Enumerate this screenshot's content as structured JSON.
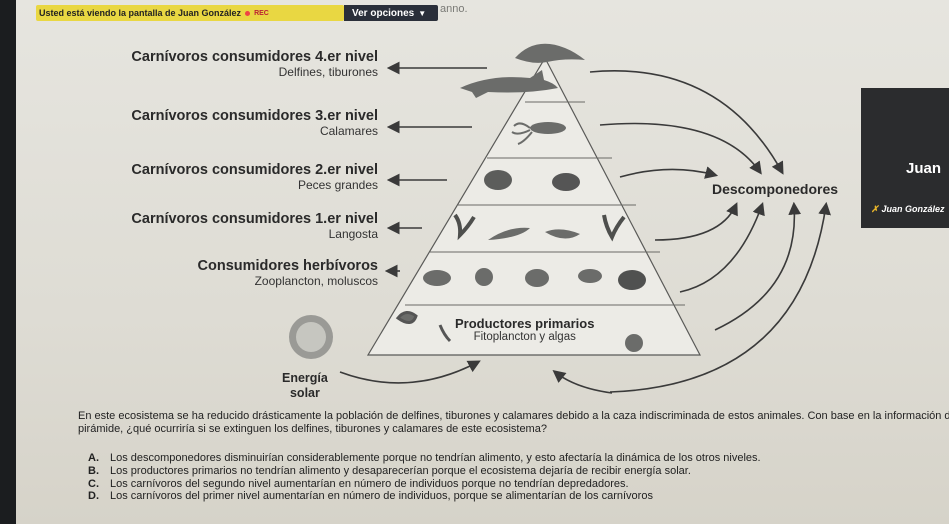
{
  "share_banner": {
    "text": "Usted está viendo la pantalla de Juan González",
    "rec": "REC",
    "options_button": "Ver opciones"
  },
  "stray_text": "anno.",
  "participant": {
    "name_big": "Juan",
    "name_small": "Juan González"
  },
  "pyramid": {
    "levels": [
      {
        "title": "Carnívoros consumidores 4.er nivel",
        "subtitle": "Delfines, tiburones"
      },
      {
        "title": "Carnívoros consumidores 3.er nivel",
        "subtitle": "Calamares"
      },
      {
        "title": "Carnívoros consumidores 2.er nivel",
        "subtitle": "Peces grandes"
      },
      {
        "title": "Carnívoros consumidores 1.er nivel",
        "subtitle": "Langosta"
      },
      {
        "title": "Consumidores herbívoros",
        "subtitle": "Zooplancton, moluscos"
      }
    ],
    "producers": {
      "title": "Productores primarios",
      "subtitle": "Fitoplancton y algas"
    },
    "energy": [
      "Energía",
      "solar"
    ],
    "decomposers": "Descomponedores"
  },
  "question": "En este ecosistema se ha reducido drásticamente la población de delfines, tiburones y calamares debido a la caza indiscriminada de estos animales. Con base en la información de la pirámide, ¿qué ocurriría si se extinguen los delfines, tiburones y calamares de este ecosistema?",
  "answers": [
    {
      "letter": "A.",
      "text": "Los descomponedores disminuirían considerablemente porque no tendrían alimento, y esto afectaría la dinámica de los otros niveles."
    },
    {
      "letter": "B.",
      "text": "Los productores primarios no tendrían alimento y desaparecerían porque el ecosistema dejaría de recibir energía solar."
    },
    {
      "letter": "C.",
      "text": "Los carnívoros del segundo nivel aumentarían en número de individuos porque no tendrían depredadores."
    },
    {
      "letter": "D.",
      "text": "Los carnívoros del primer nivel aumentarían en número de individuos, porque se alimentarían de los carnívoros"
    }
  ],
  "colors": {
    "banner": "#e9d742",
    "panel": "#2b2c2e",
    "ink": "#2a2a2a"
  }
}
